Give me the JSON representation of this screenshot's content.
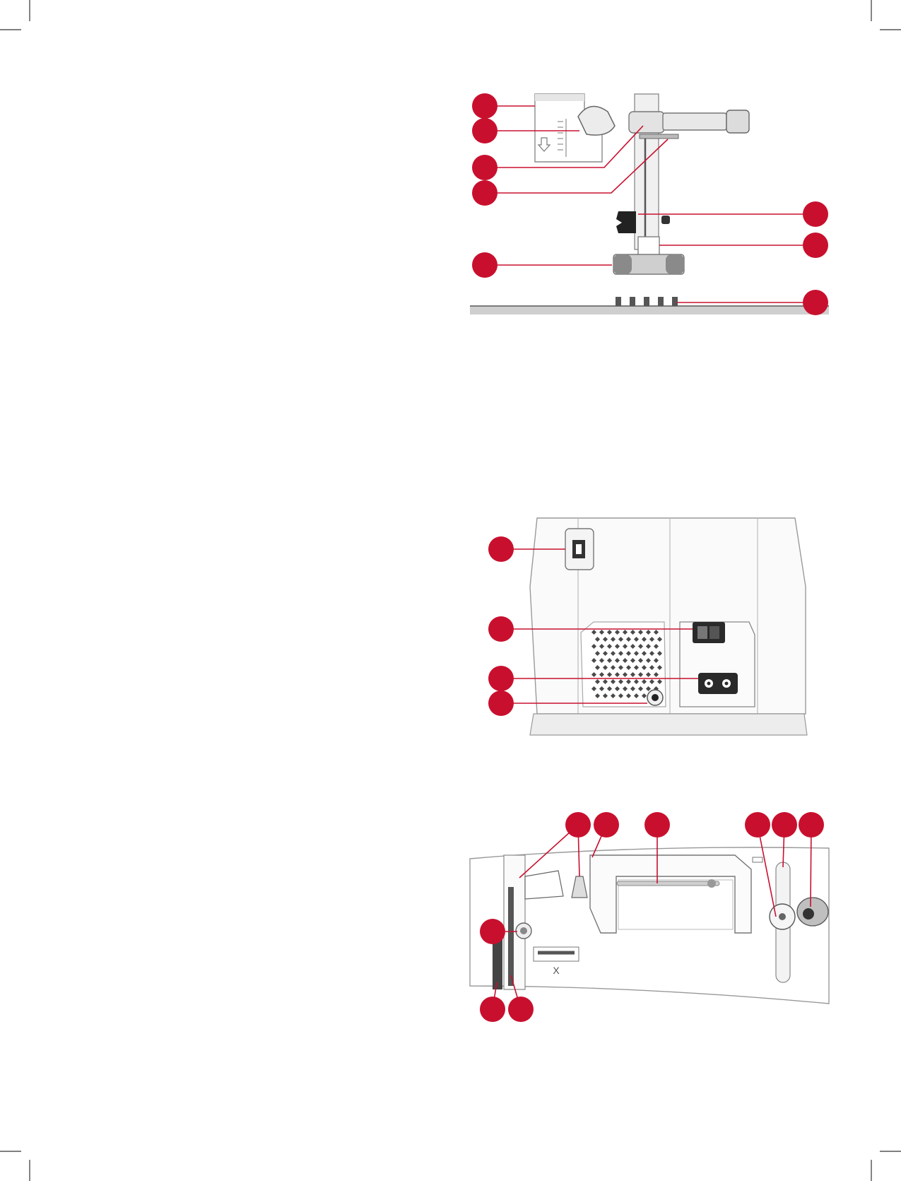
{
  "page": {
    "title": "",
    "background": "#ffffff",
    "accent_color": "#c8102e"
  },
  "figures": [
    {
      "name": "needle-area-figure",
      "callout_count": 8,
      "callout_labels": []
    },
    {
      "name": "rear-side-figure",
      "callout_count": 4,
      "callout_labels": []
    },
    {
      "name": "top-parts-figure",
      "callout_count": 9,
      "callout_labels": []
    }
  ],
  "icons": {
    "arrow": "down-arrow-icon",
    "usb": "usb-port-icon",
    "power": "power-switch-icon",
    "socket": "power-socket-icon",
    "pedal": "foot-control-socket-icon"
  }
}
